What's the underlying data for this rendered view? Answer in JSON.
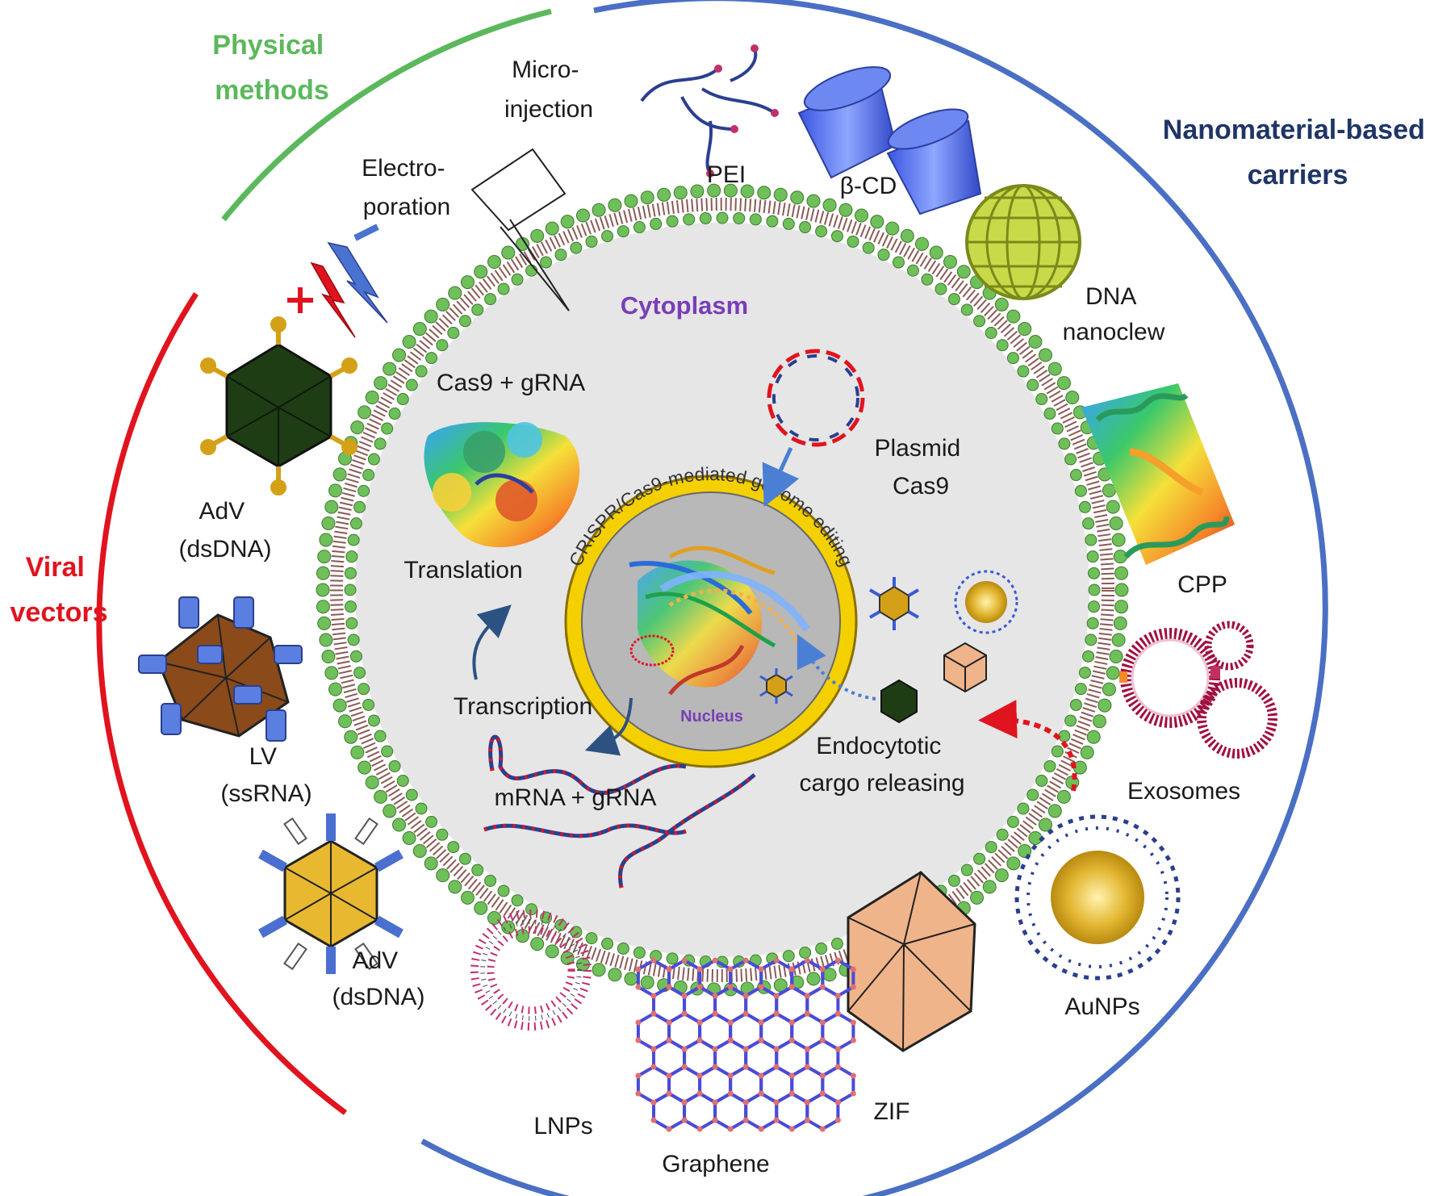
{
  "categories": {
    "physical": "Physical\nmethods",
    "nanomaterial": "Nanomaterial-based\ncarriers",
    "viral": "Viral\nvectors"
  },
  "colors": {
    "physical": "#5cb85c",
    "nanomaterial": "#4a6fc4",
    "nanomaterial_text": "#1f3566",
    "viral": "#e0141e",
    "cytoplasm_text": "#7a3db8",
    "nucleus_text": "#7a3db8",
    "membrane_bead": "#6fbf5a",
    "nucleus_ring": "#f5d000",
    "cytoplasm_fill": "#e6e6e6",
    "nucleus_fill": "#b8b8b8"
  },
  "labels": {
    "microinjection": "Micro-\ninjection",
    "electroporation": "Electro-\nporation",
    "pei": "PEI",
    "beta_cd": "β-CD",
    "dna_nanoclew": "DNA\nnanoclew",
    "cpp": "CPP",
    "exosomes": "Exosomes",
    "aunps": "AuNPs",
    "zif": "ZIF",
    "graphene": "Graphene",
    "lnps": "LNPs",
    "adv_bottom": "AdV\n(dsDNA)",
    "lv": "LV\n(ssRNA)",
    "adv_top": "AdV\n(dsDNA)"
  },
  "cell": {
    "cytoplasm": "Cytoplasm",
    "cas9_grna": "Cas9 + gRNA",
    "translation": "Translation",
    "transcription": "Transcription",
    "mrna_grna": "mRNA + gRNA",
    "plasmid": "Plasmid\nCas9",
    "endocytotic": "Endocytotic\ncargo releasing",
    "nucleus": "Nucleus",
    "crispr_arc": "CRISPR/Cas9-mediated genome editing"
  },
  "icons": {
    "virus": "icosahedral-virus-icon",
    "lentivirus": "lentivirus-icon",
    "lipid": "lipid-nanoparticle-icon",
    "graphene": "graphene-lattice-icon",
    "zif": "zif-polyhedron-icon",
    "gold": "gold-nanoparticle-icon",
    "exosome": "exosome-icon",
    "protein": "protein-ribbon-icon",
    "nanoclew": "dna-nanoclew-icon",
    "cyclodextrin": "cyclodextrin-icon",
    "pei": "pei-polymer-icon",
    "needle": "injection-needle-icon",
    "lightning": "electroporation-bolt-icon",
    "plasmid": "plasmid-icon"
  }
}
